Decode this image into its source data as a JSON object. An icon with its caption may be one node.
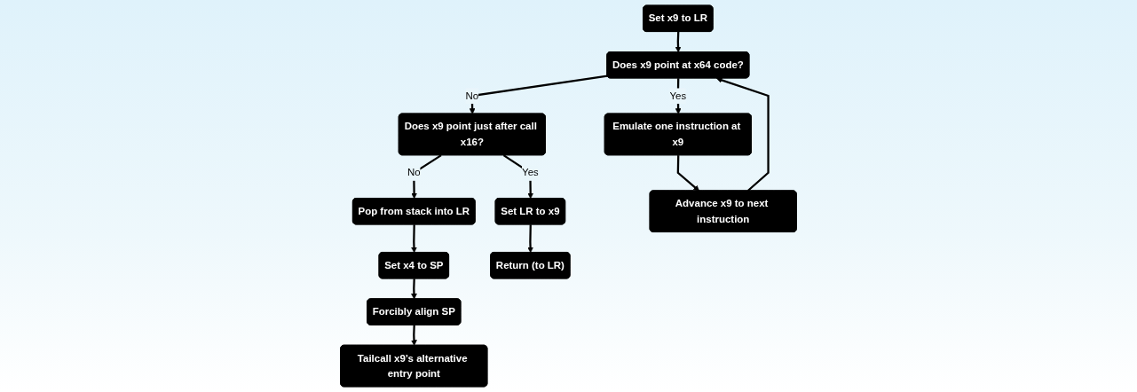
{
  "diagram": {
    "nodes": [
      {
        "text": [
          "Set x9 to LR"
        ]
      },
      {
        "text": [
          "Does x9 point at x64 code?"
        ]
      },
      {
        "text": [
          "Does x9 point just after call x16?"
        ]
      },
      {
        "text": [
          "Pop from stack into LR"
        ]
      },
      {
        "text": [
          "Emulate one instruction at x9"
        ]
      },
      {
        "text": [
          "Set LR to x9"
        ]
      },
      {
        "text": [
          "Set x4 to SP"
        ]
      },
      {
        "text": [
          "Advance x9 to next instruction"
        ]
      },
      {
        "text": [
          "Return (to LR)"
        ]
      },
      {
        "text": [
          "Forcibly align SP"
        ]
      },
      {
        "text": [
          "Tailcall x9’s alternative entry point"
        ]
      }
    ],
    "edges": [
      {
        "from": 0,
        "to": 1,
        "arrow": "to"
      },
      {
        "from": 1,
        "to": 2,
        "label": "No",
        "arrow": "to"
      },
      {
        "from": 2,
        "to": 3,
        "label": "No",
        "arrow": "to"
      },
      {
        "from": 1,
        "to": 4,
        "label": "Yes",
        "arrow": "to"
      },
      {
        "from": 2,
        "to": 5,
        "label": "Yes",
        "arrow": "to"
      },
      {
        "from": 3,
        "to": 6,
        "arrow": "to"
      },
      {
        "from": 4,
        "to": 7,
        "arrow": "to"
      },
      {
        "from": 5,
        "to": 8,
        "arrow": "to"
      },
      {
        "from": 6,
        "to": 9,
        "arrow": "to"
      },
      {
        "from": 9,
        "to": 10,
        "arrow": "to"
      },
      {
        "from": 7,
        "to": 1,
        "arrow": "to"
      }
    ]
  }
}
